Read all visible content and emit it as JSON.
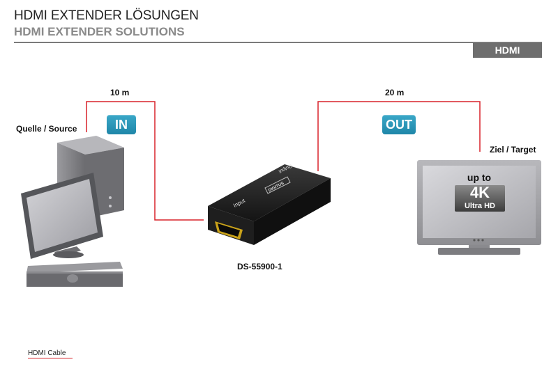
{
  "header": {
    "title_de": "HDMI EXTENDER LÖSUNGEN",
    "title_en": "HDMI EXTENDER SOLUTIONS",
    "tag": "HDMI"
  },
  "diagram": {
    "source_label": "Quelle / Source",
    "target_label": "Ziel / Target",
    "in_distance": "10 m",
    "out_distance": "20 m",
    "in_badge": "IN",
    "out_badge": "OUT",
    "device_model": "DS-55900-1",
    "device_input_label": "Input",
    "device_output_label": "Output",
    "device_brand": "DIGITUS",
    "tv_line1": "up to",
    "tv_line2": "4K",
    "tv_line3": "Ultra HD"
  },
  "legend": {
    "cable_label": "HDMI Cable"
  },
  "colors": {
    "cable": "#d8222a",
    "badge": "#2596b8",
    "tag": "#6e6e6e"
  }
}
